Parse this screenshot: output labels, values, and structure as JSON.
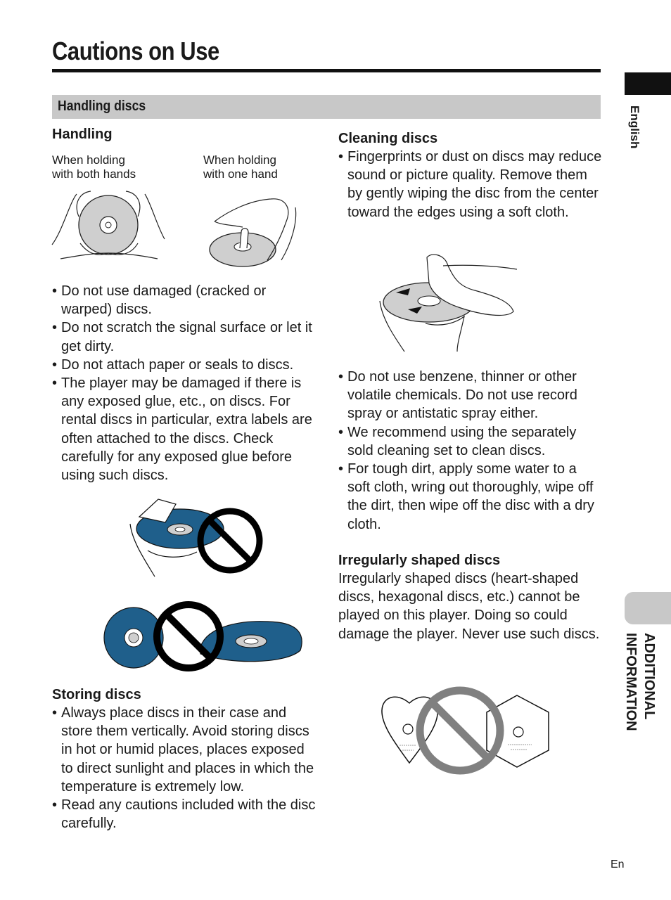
{
  "page": {
    "title": "Cautions on Use",
    "page_number": "En"
  },
  "side": {
    "language": "English",
    "section_line1": "ADDITIONAL",
    "section_line2": "INFORMATION"
  },
  "section_bar": "Handling discs",
  "handling": {
    "heading": "Handling",
    "both_hands_line1": "When holding",
    "both_hands_line2": "with both hands",
    "one_hand_line1": "When holding",
    "one_hand_line2": "with one hand",
    "bullets": [
      "Do not use damaged (cracked or warped) discs.",
      "Do not scratch the signal surface or let it get dirty.",
      "Do not attach paper or seals to discs.",
      "The player may be damaged if there is any exposed glue, etc., on discs. For rental discs in particular, extra labels are often attached to the discs. Check carefully for any exposed glue before using such discs."
    ]
  },
  "storing": {
    "heading": "Storing discs",
    "bullets": [
      "Always place discs in their case and store them vertically.  Avoid storing discs in hot or humid places, places exposed to direct sunlight and places in which the temperature is extremely low.",
      "Read any cautions included with the disc carefully."
    ]
  },
  "cleaning": {
    "heading": "Cleaning discs",
    "bullets_top": [
      "Fingerprints or dust on discs may reduce sound or picture quality. Remove them by gently wiping the disc from the center toward the edges using a soft cloth."
    ],
    "bullets_bottom": [
      "Do not use benzene, thinner or other volatile chemicals.  Do not use record spray or antistatic spray either.",
      "We recommend using the separately sold cleaning set to clean discs.",
      "For tough dirt, apply some water to a soft cloth, wring out thoroughly, wipe off the dirt, then wipe off the disc with a dry cloth."
    ]
  },
  "irregular": {
    "heading": "Irregularly shaped discs",
    "text": "Irregularly shaped discs (heart-shaped discs, hexagonal discs, etc.) cannot be played on this player.  Doing so could damage the player.  Never use such discs."
  },
  "colors": {
    "disc_blue": "#1f5f8b",
    "disc_gray": "#cfcfcf",
    "prohibit_black": "#000000",
    "prohibit_gray": "#808080",
    "bar_gray": "#c8c8c8"
  }
}
